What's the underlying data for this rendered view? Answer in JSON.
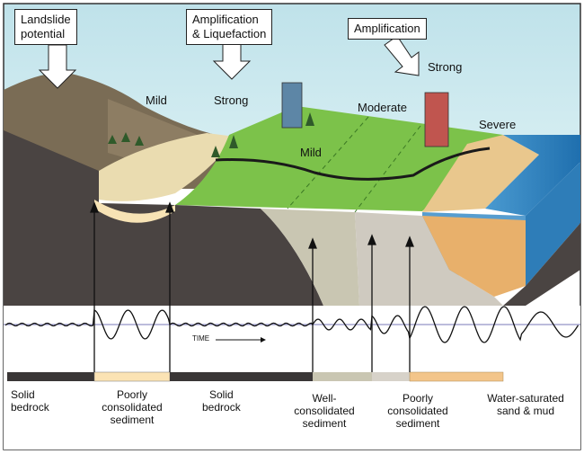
{
  "callouts": {
    "landslide": [
      "Landslide",
      "potential"
    ],
    "amp_liq": [
      "Amplification",
      "& Liquefaction"
    ],
    "amplification": "Amplification"
  },
  "intensity": {
    "mild_left": "Mild",
    "strong_left": "Strong",
    "mild_center": "Mild",
    "moderate": "Moderate",
    "strong_right": "Strong",
    "severe": "Severe"
  },
  "time_label": "TIME",
  "ground_types": [
    {
      "text": [
        "Solid",
        "bedrock"
      ],
      "color": "#3a3636"
    },
    {
      "text": [
        "Poorly",
        "consolidated",
        "sediment"
      ],
      "color": "#fbe3b4"
    },
    {
      "text": [
        "Solid",
        "bedrock"
      ],
      "color": "#3a3636"
    },
    {
      "text": [
        "Well-",
        "consolidated",
        "sediment"
      ],
      "color": "#c9c6b2"
    },
    {
      "text": [
        "Poorly",
        "consolidated",
        "sediment"
      ],
      "color": "#d7d2c9"
    },
    {
      "text": [
        "Water-saturated",
        "sand & mud"
      ],
      "color": "#f3c58a"
    }
  ],
  "colors": {
    "sky": "#c5e6ec",
    "grass": "#7cc24a",
    "bedrock": "#4a4442",
    "water": "#2e7db8"
  }
}
